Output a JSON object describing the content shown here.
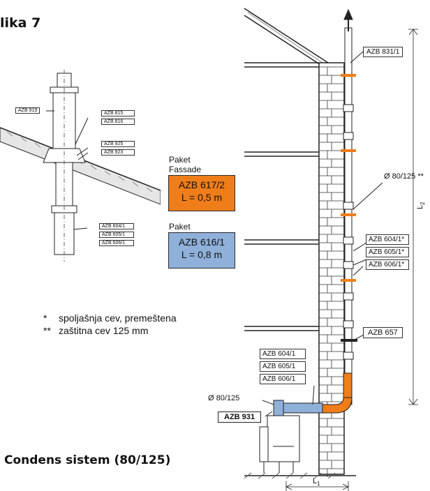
{
  "figure_title": "lika 7",
  "caption": "Condens sistem (80/125)",
  "colors": {
    "orange": "#ef7d1a",
    "blue": "#8fb0d9",
    "line": "#222222",
    "brick": "#ffffff"
  },
  "roof_detail": {
    "labels": [
      "AZB 919",
      "AZB 815",
      "AZB 816",
      "AZB 925",
      "AZB 923",
      "AZB 604/1",
      "AZB 605/1",
      "AZB 606/1"
    ]
  },
  "packages": [
    {
      "label_line1": "Paket",
      "label_line2": "Fassade",
      "name": "AZB 617/2",
      "length": "L = 0,5 m"
    },
    {
      "label_line1": "Paket",
      "label_line2": "",
      "name": "AZB 616/1",
      "length": "L = 0,8 m"
    }
  ],
  "notes": [
    {
      "mark": "*",
      "text": "spoljašnja cev, premeštena"
    },
    {
      "mark": "**",
      "text": "zaštitna cev 125 mm"
    }
  ],
  "facade_labels": {
    "top_part": "AZB 831/1",
    "diameter_main": "Ø 80/125 **",
    "bracket_parts": [
      "AZB 604/1*",
      "AZB 605/1*",
      "AZB 606/1*"
    ],
    "support": "AZB 657",
    "horizontal_parts": [
      "AZB 604/1",
      "AZB 605/1",
      "AZB 606/1"
    ],
    "diameter_horizontal": "Ø 80/125",
    "connector": "AZB 931",
    "dim_l1": "L",
    "dim_l1_sub": "1",
    "dim_l2": "L",
    "dim_l2_sub": "2"
  }
}
